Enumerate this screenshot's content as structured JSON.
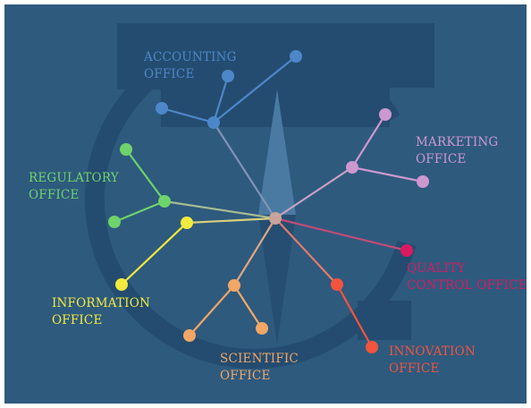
{
  "background_color": "#2e5a7e",
  "hub": {
    "color": "#c9a49a"
  },
  "offices": [
    {
      "id": "accounting",
      "label_lines": [
        "ACCOUNTING",
        "OFFICE"
      ],
      "color": "#4d87c9",
      "children": 3
    },
    {
      "id": "marketing",
      "label_lines": [
        "MARKETING",
        "OFFICE"
      ],
      "color": "#cc98cf",
      "children": 2
    },
    {
      "id": "regulatory",
      "label_lines": [
        "REGULATORY",
        "OFFICE"
      ],
      "color": "#6fd36b",
      "children": 2
    },
    {
      "id": "information",
      "label_lines": [
        "INFORMATION",
        "OFFICE"
      ],
      "color": "#f2ea3c",
      "children": 1
    },
    {
      "id": "quality",
      "label_lines": [
        "QUALITY",
        "CONTROL OFFICE"
      ],
      "color": "#d81b60",
      "children": 0
    },
    {
      "id": "scientific",
      "label_lines": [
        "SCIENTIFIC",
        "OFFICE"
      ],
      "color": "#f3a766",
      "children": 2
    },
    {
      "id": "innovation",
      "label_lines": [
        "INNOVATION",
        "OFFICE"
      ],
      "color": "#f2543e",
      "children": 1
    }
  ]
}
